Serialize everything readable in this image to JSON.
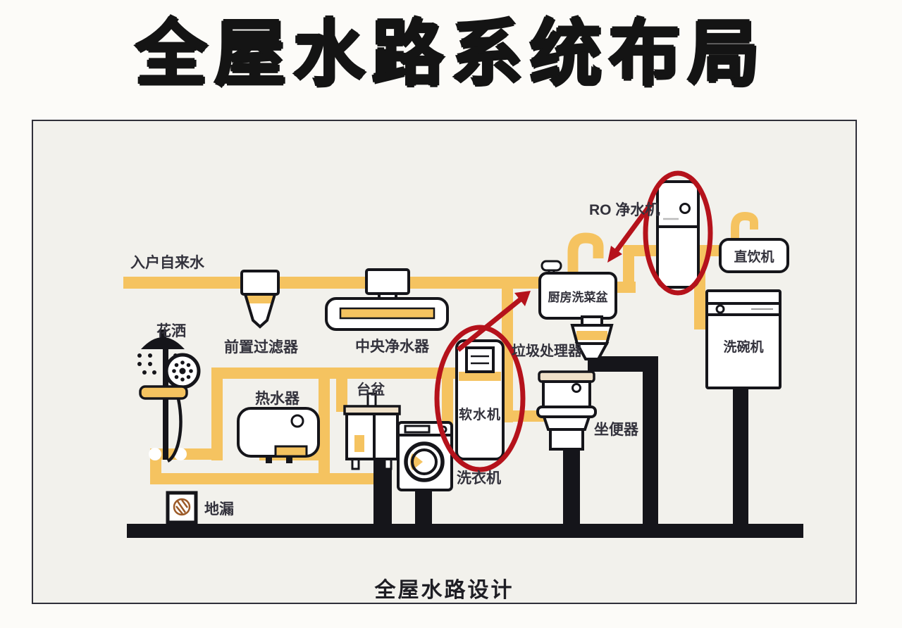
{
  "title": "全屋水路系统布局",
  "caption": "全屋水路设计",
  "colors": {
    "pipe": "#F5C360",
    "ink": "#15151A",
    "drain": "#15151A",
    "highlight": "#B5121B",
    "panel-bg": "#F2F1EC",
    "page-bg": "#FCFBF8",
    "beige": "#EFE0C8",
    "grate": "#9C5A28",
    "label": "#33323C"
  },
  "labels": {
    "incoming_water": "入户自来水",
    "shower": "花洒",
    "pre_filter": "前置过滤器",
    "central_purifier": "中央净水器",
    "water_heater": "热水器",
    "basin": "台盆",
    "water_softener": "软水机",
    "washing_machine": "洗衣机",
    "garbage_disposal": "垃圾处理器",
    "kitchen_sink": "厨房洗菜盆",
    "toilet": "坐便器",
    "ro_purifier": "RO 净水机",
    "drinking_machine": "直饮机",
    "dishwasher": "洗碗机",
    "floor_drain": "地漏"
  }
}
